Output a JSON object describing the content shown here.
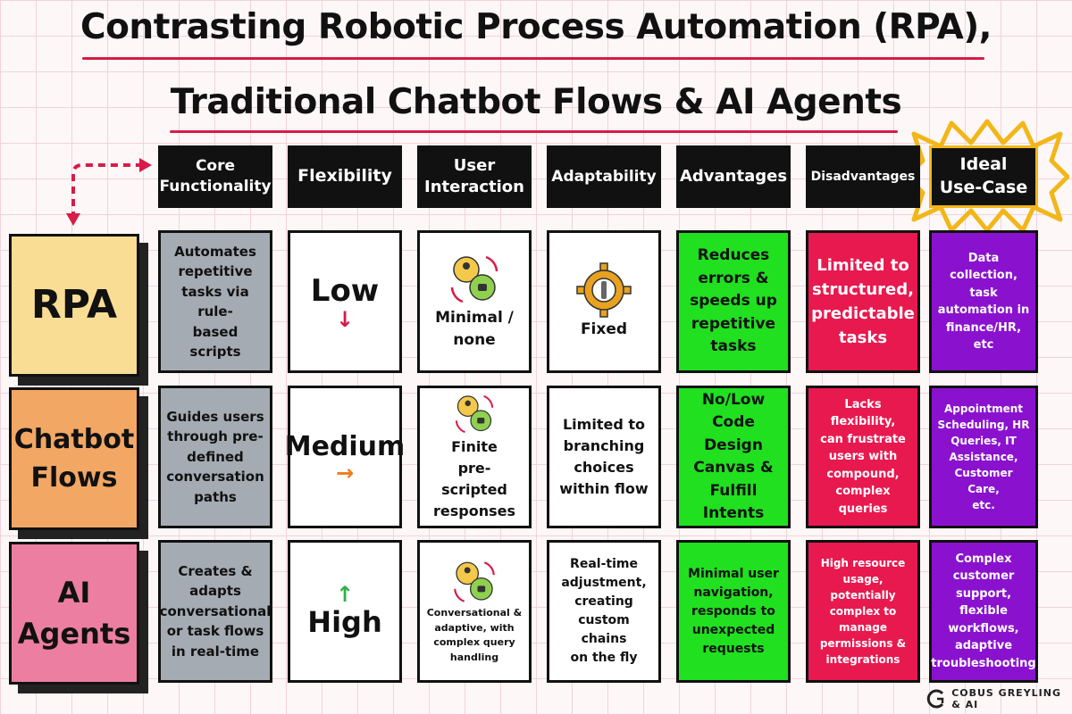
{
  "title": {
    "line1": "Contrasting Robotic Process Automation (RPA),",
    "line2": "Traditional Chatbot Flows & AI Agents"
  },
  "columns": [
    "Core\nFunctionality",
    "Flexibility",
    "User\nInteraction",
    "Adaptability",
    "Advantages",
    "Disadvantages",
    "Ideal\nUse-Case"
  ],
  "rows": [
    {
      "label": "RPA",
      "core": "Automates\nrepetitive\ntasks via rule-\nbased scripts",
      "flexibility": "Low",
      "flex_arrow": "↓",
      "interaction": "Minimal /\nnone",
      "adaptability": "Fixed",
      "advantages": "Reduces\nerrors &\nspeeds up\nrepetitive\ntasks",
      "disadvantages": "Limited to\nstructured,\npredictable\ntasks",
      "ideal": "Data collection,\ntask\nautomation in\nfinance/HR, etc"
    },
    {
      "label": "Chatbot\nFlows",
      "core": "Guides users\nthrough pre-\ndefined\nconversation\npaths",
      "flexibility": "Medium",
      "flex_arrow": "→",
      "interaction": "Finite\npre-scripted\nresponses",
      "adaptability": "Limited to\nbranching\nchoices\nwithin flow",
      "advantages": "No/Low\nCode Design\nCanvas &\nFulfill\nIntents",
      "disadvantages": "Lacks flexibility,\ncan frustrate\nusers with\ncompound,\ncomplex queries",
      "ideal": "Appointment\nScheduling, HR\nQueries, IT\nAssistance,\nCustomer Care,\netc."
    },
    {
      "label": "AI\nAgents",
      "core": "Creates &\nadapts\nconversational\nor task flows\nin real-time",
      "flexibility": "High",
      "flex_arrow": "↑",
      "interaction": "Conversational &\nadaptive, with\ncomplex query\nhandling",
      "adaptability": "Real-time\nadjustment,\ncreating\ncustom chains\non the fly",
      "advantages": "Minimal user\nnavigation,\nresponds to\nunexpected\nrequests",
      "disadvantages": "High resource\nusage, potentially\ncomplex to\nmanage\npermissions &\nintegrations",
      "ideal": "Complex\ncustomer\nsupport, flexible\nworkflows,\nadaptive\ntroubleshooting"
    }
  ],
  "colors": {
    "rpa_label": "#f9dd94",
    "chatbot_label": "#f2a764",
    "agents_label": "#ec7fa1",
    "accent_red": "#d81b47",
    "gray": "#a4abb3",
    "green": "#20e020",
    "red": "#e8194f",
    "purple": "#8a12cf",
    "burst": "#f2b618"
  },
  "icons": {
    "interaction": "users-robot-exchange-icon",
    "adaptability": "gear-wrench-icon",
    "logo": "cobus-greyling-logo"
  },
  "footer": {
    "brand": "COBUS GREYLING\n& AI"
  }
}
